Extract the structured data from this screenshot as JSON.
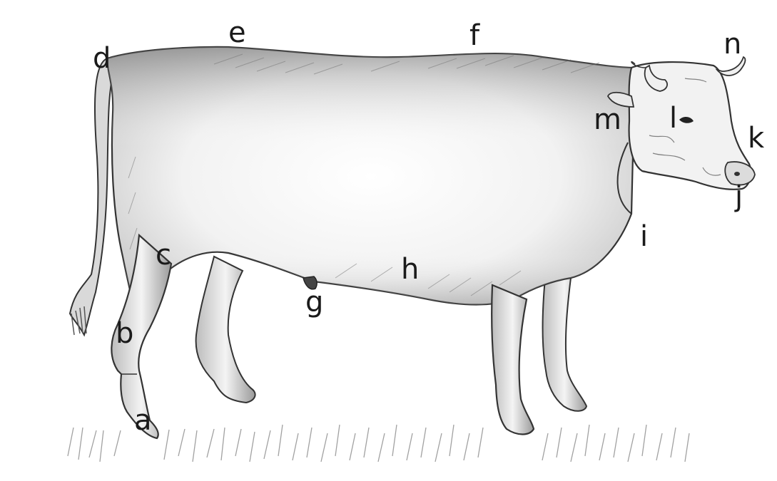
{
  "labels": {
    "a": "a",
    "b": "b",
    "c": "c",
    "d": "d",
    "e": "e",
    "f": "f",
    "g": "g",
    "h": "h",
    "i": "i",
    "j": "j",
    "k": "k",
    "l": "l",
    "m": "m",
    "n": "n"
  }
}
